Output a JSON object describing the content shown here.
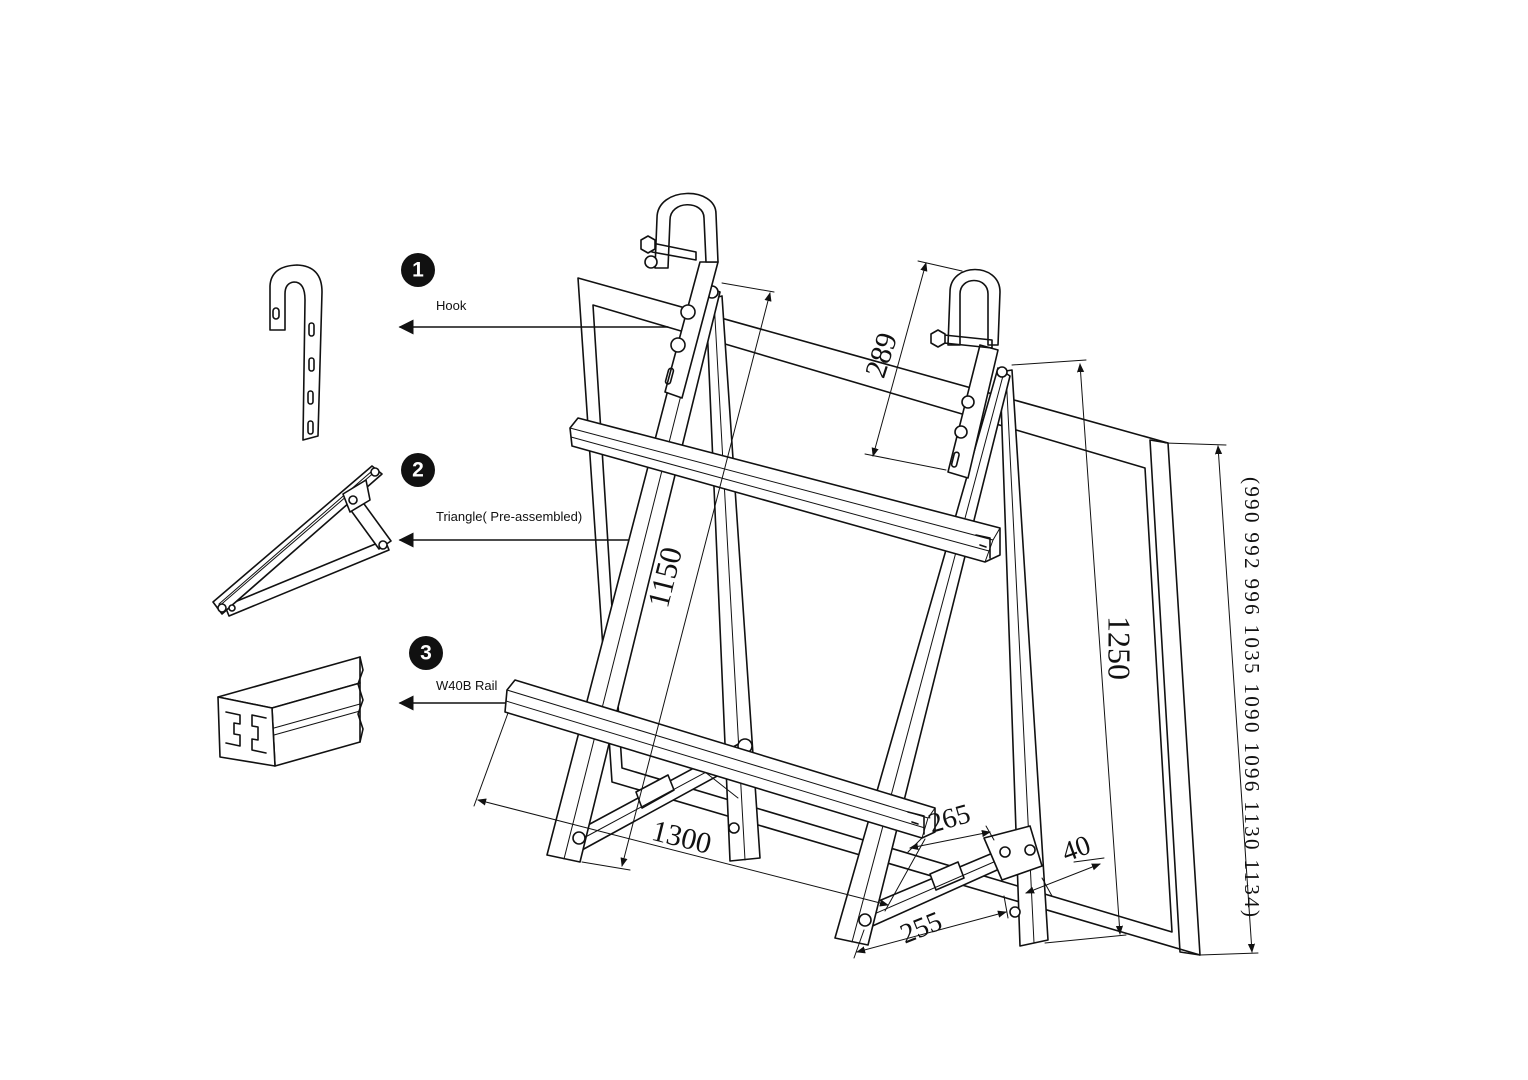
{
  "colors": {
    "ink": "#111111",
    "paper": "#ffffff",
    "badge_fill": "#111111",
    "badge_text": "#ffffff"
  },
  "callouts": [
    {
      "number": "1",
      "label": "Hook"
    },
    {
      "number": "2",
      "label": "Triangle( Pre-assembled)"
    },
    {
      "number": "3",
      "label": "W40B Rail"
    }
  ],
  "dimensions": [
    "289",
    "1150",
    "1250",
    "(990 992 996 1035 1090 1096 1130 1134)",
    "1300",
    "265",
    "255",
    "40"
  ]
}
